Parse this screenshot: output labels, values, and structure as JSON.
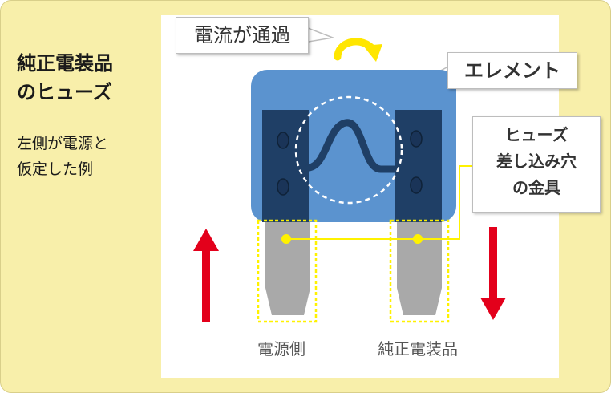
{
  "title_line1": "純正電装品",
  "title_line2": "のヒューズ",
  "subtitle_line1": "左側が電源と",
  "subtitle_line2": "仮定した例",
  "callouts": {
    "current": "電流が通過",
    "element": "エレメント",
    "socket_line1": "ヒューズ",
    "socket_line2": "差し込み穴",
    "socket_line3": "の金具"
  },
  "labels": {
    "power_side": "電源側",
    "oem_part": "純正電装品"
  },
  "colors": {
    "background": "#f8efaa",
    "fuse_body": "#5b93cf",
    "terminal_dark": "#1f3f66",
    "blade": "#a9a9a9",
    "arrow_red": "#e3001b",
    "current_arrow_yellow": "#ffe600",
    "highlight_yellow": "#fff200"
  },
  "icons": {
    "current_flow": "curved-arrow-icon",
    "up": "arrow-up-icon",
    "down": "arrow-down-icon"
  }
}
